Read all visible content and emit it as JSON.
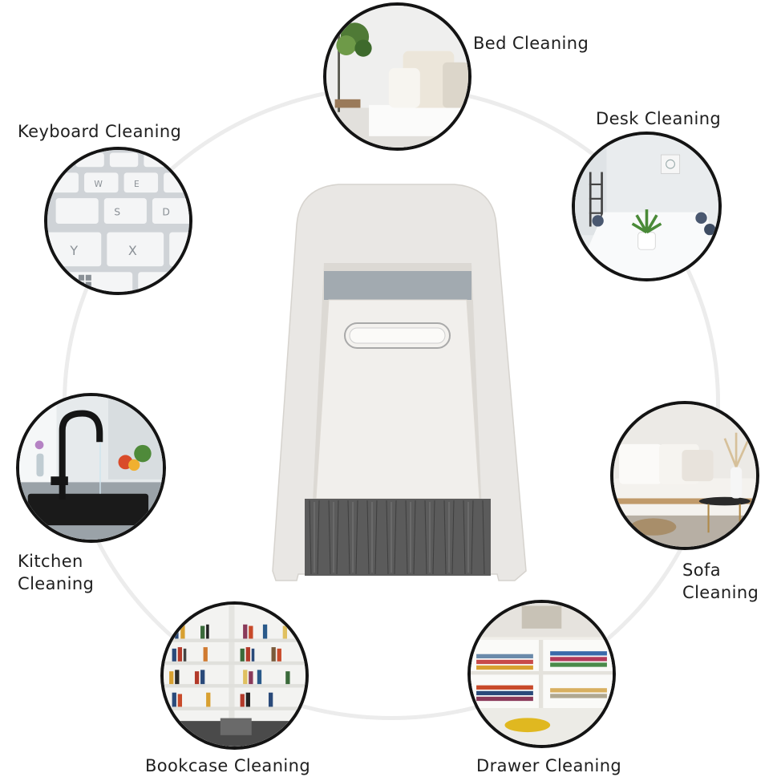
{
  "uses": [
    {
      "id": "bed",
      "label": "Bed Cleaning"
    },
    {
      "id": "desk",
      "label": "Desk Cleaning"
    },
    {
      "id": "keyboard",
      "label": "Keyboard Cleaning"
    },
    {
      "id": "kitchen",
      "label_lines": [
        "Kitchen",
        "Cleaning"
      ]
    },
    {
      "id": "sofa",
      "label_lines": [
        "Sofa",
        "Cleaning"
      ]
    },
    {
      "id": "bookcase",
      "label": "Bookcase Cleaning"
    },
    {
      "id": "drawer",
      "label": "Drawer Cleaning"
    }
  ],
  "keyboard_keys": [
    "W",
    "E",
    "S",
    "D",
    "Y",
    "X"
  ],
  "colors": {
    "ring": "#ececec",
    "circle_border": "#141414",
    "product_body": "#e9e7e4",
    "scraper_band": "#a2aab0",
    "bristles": "#5b5b5b"
  }
}
